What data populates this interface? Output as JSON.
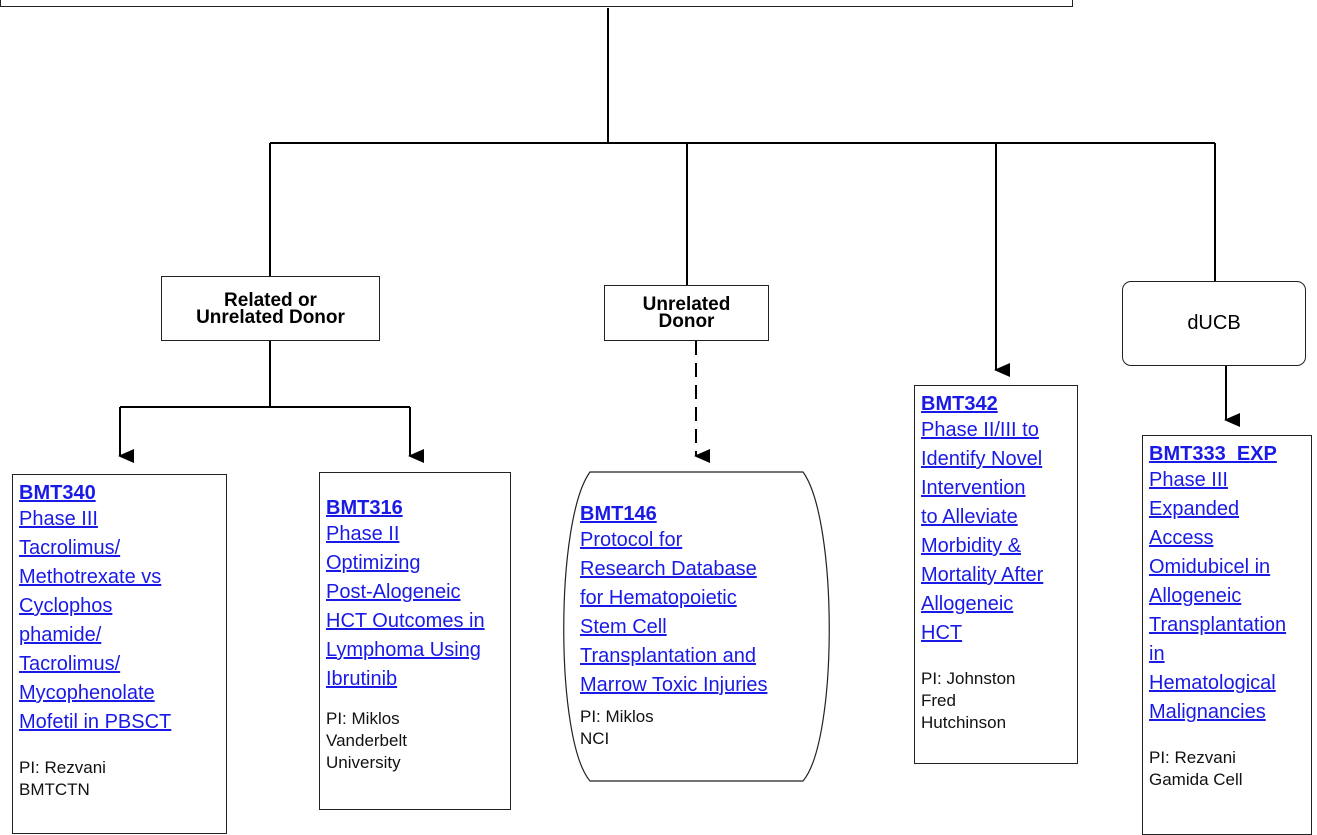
{
  "header": {
    "text": ""
  },
  "categories": {
    "related_or_unrelated": "Related or\nUnrelated Donor",
    "unrelated": "Unrelated\nDonor",
    "ducb": "dUCB"
  },
  "studies": [
    {
      "code": "BMT340",
      "description": "Phase III\nTacrolimus/\nMethotrexate vs\nCyclophos\nphamide/\nTacrolimus/\nMycophenolate\nMofetil in PBSCT",
      "pi": "PI: Rezvani\nBMTCTN"
    },
    {
      "code": "BMT316",
      "description": "Phase II\nOptimizing\nPost-Alogeneic\nHCT Outcomes in\nLymphoma Using\nIbrutinib",
      "pi": "PI: Miklos\nVanderbelt\nUniversity"
    },
    {
      "code": "BMT146",
      "description": "Protocol for\nResearch Database\nfor Hematopoietic\nStem Cell\nTransplantation and\nMarrow Toxic Injuries",
      "pi": "PI: Miklos\nNCI"
    },
    {
      "code": "BMT342",
      "description": "Phase II/III to\nIdentify Novel\nIntervention\nto Alleviate\nMorbidity &\nMortality After\nAllogeneic\nHCT",
      "pi": "PI: Johnston\nFred\nHutchinson"
    },
    {
      "code": "BMT333_EXP",
      "description": "Phase III\nExpanded\nAccess\nOmidubicel in\nAllogeneic\nTransplantation\nin\nHematological\nMalignancies",
      "pi": "PI: Rezvani\nGamida Cell"
    }
  ]
}
